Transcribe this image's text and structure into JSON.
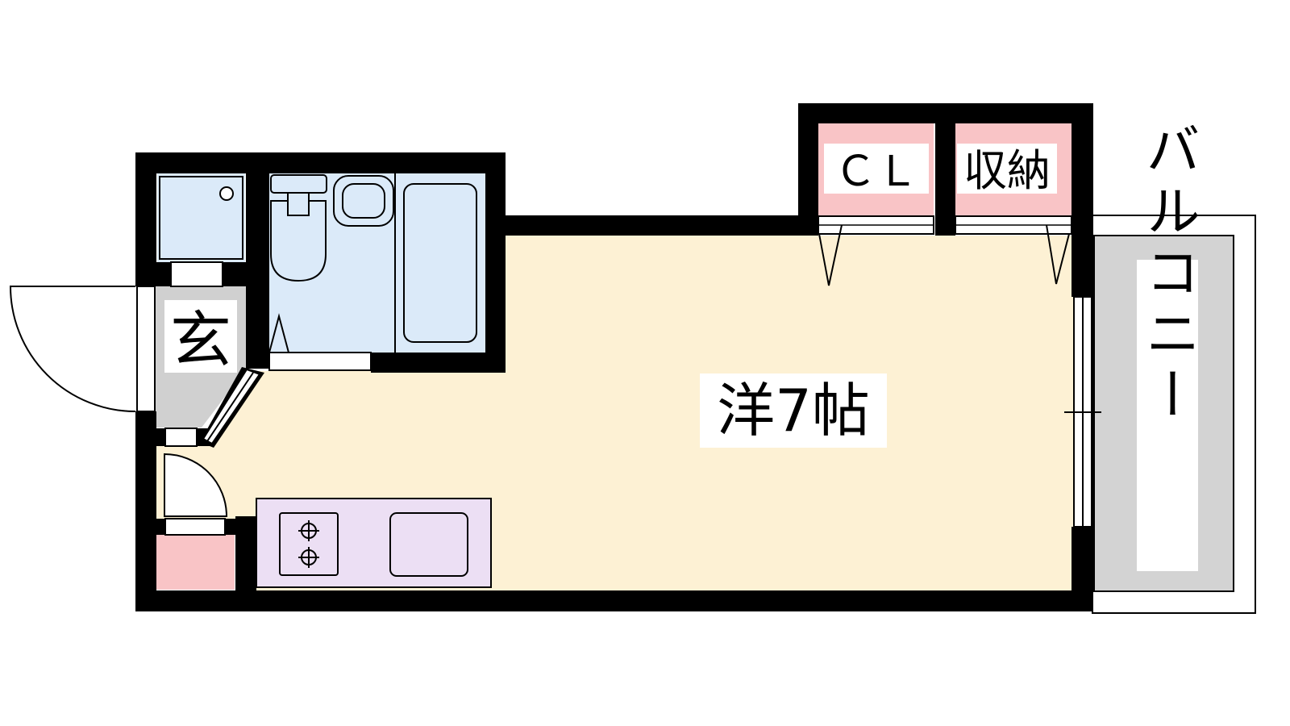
{
  "floorplan": {
    "rooms": {
      "western_room": {
        "label": "洋7帖"
      },
      "entrance": {
        "label": "玄"
      },
      "closet": {
        "label": "ＣＬ"
      },
      "storage": {
        "label": "収納"
      },
      "balcony": {
        "label": "バルコニー"
      }
    },
    "colors": {
      "wall": "#000000",
      "western_room_floor": "#fdf1d4",
      "wet_area": "#dbeaf9",
      "closet_storage": "#f9c4c6",
      "kitchen": "#ecdff4",
      "entrance_floor": "#d0d0d0",
      "balcony_floor": "#d3d3d3"
    }
  }
}
